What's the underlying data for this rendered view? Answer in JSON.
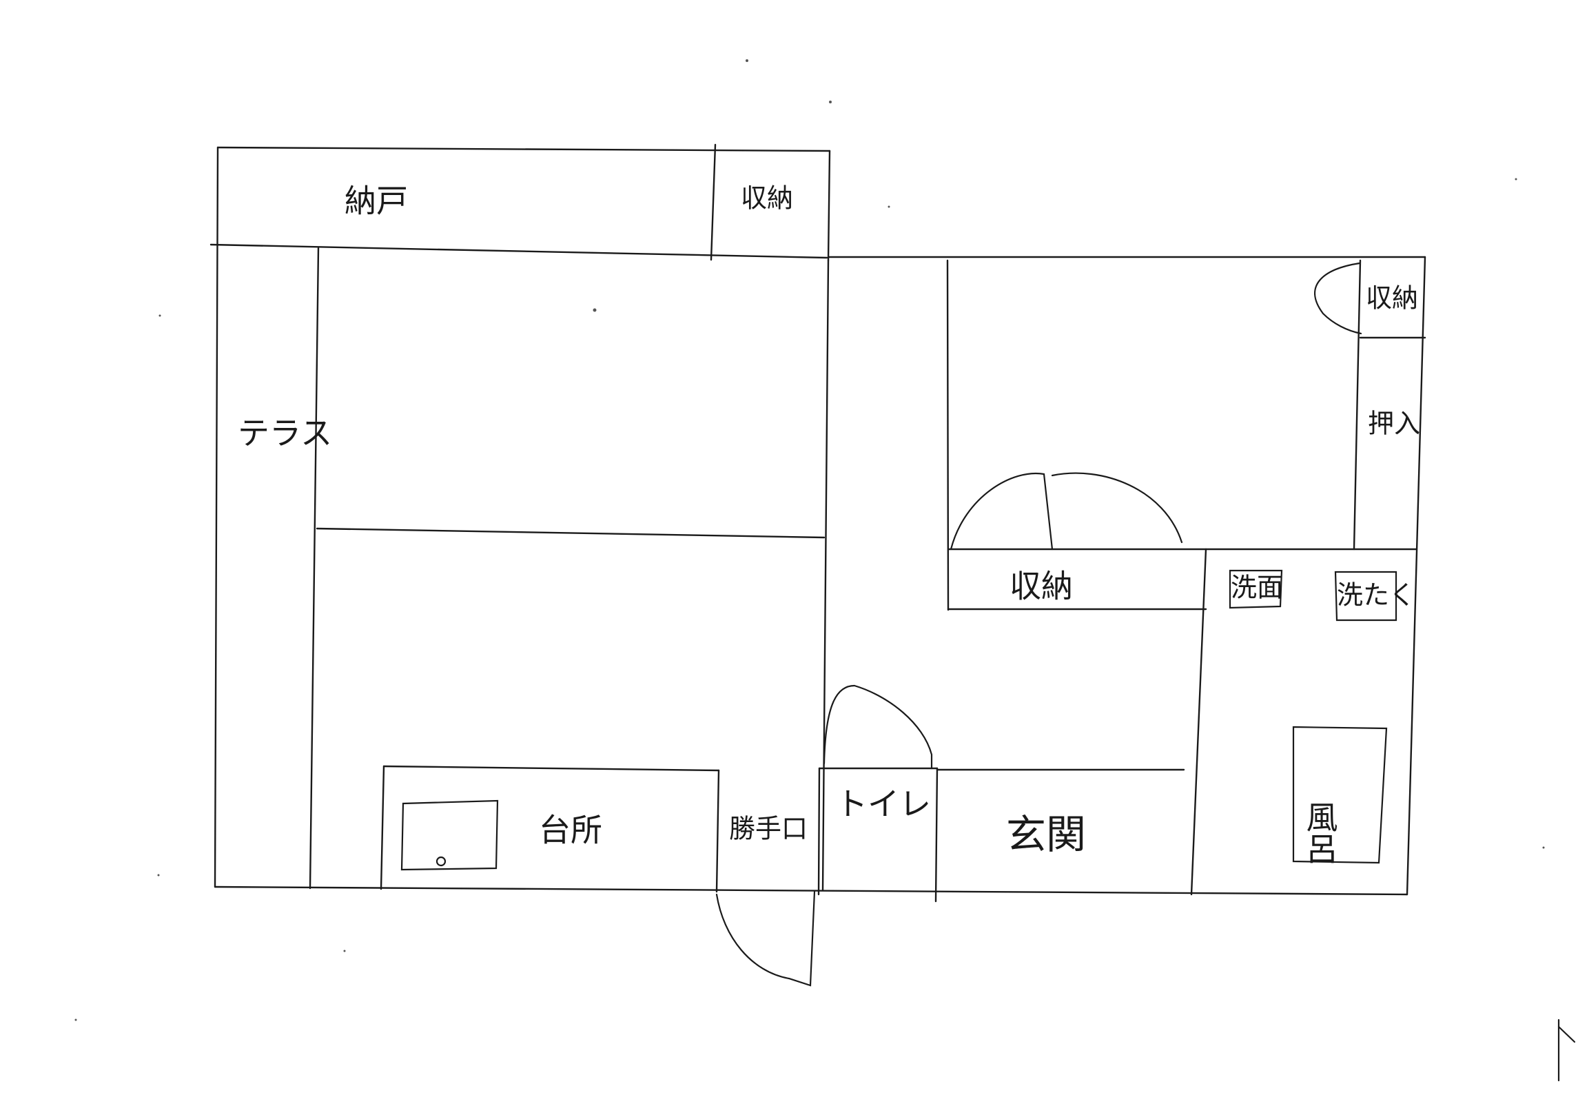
{
  "floor_plan": {
    "rooms": {
      "nando": "納戸",
      "storage_top": "収納",
      "terrace": "テラス",
      "storage_middle": "収納",
      "storage_small": "収納",
      "oshiire": "押入",
      "senmen": "洗面",
      "sentaku": "洗たく",
      "furo": "風呂",
      "daidokoro": "台所",
      "katteguchi": "勝手口",
      "toilet": "トイレ",
      "genkan": "玄関"
    }
  }
}
